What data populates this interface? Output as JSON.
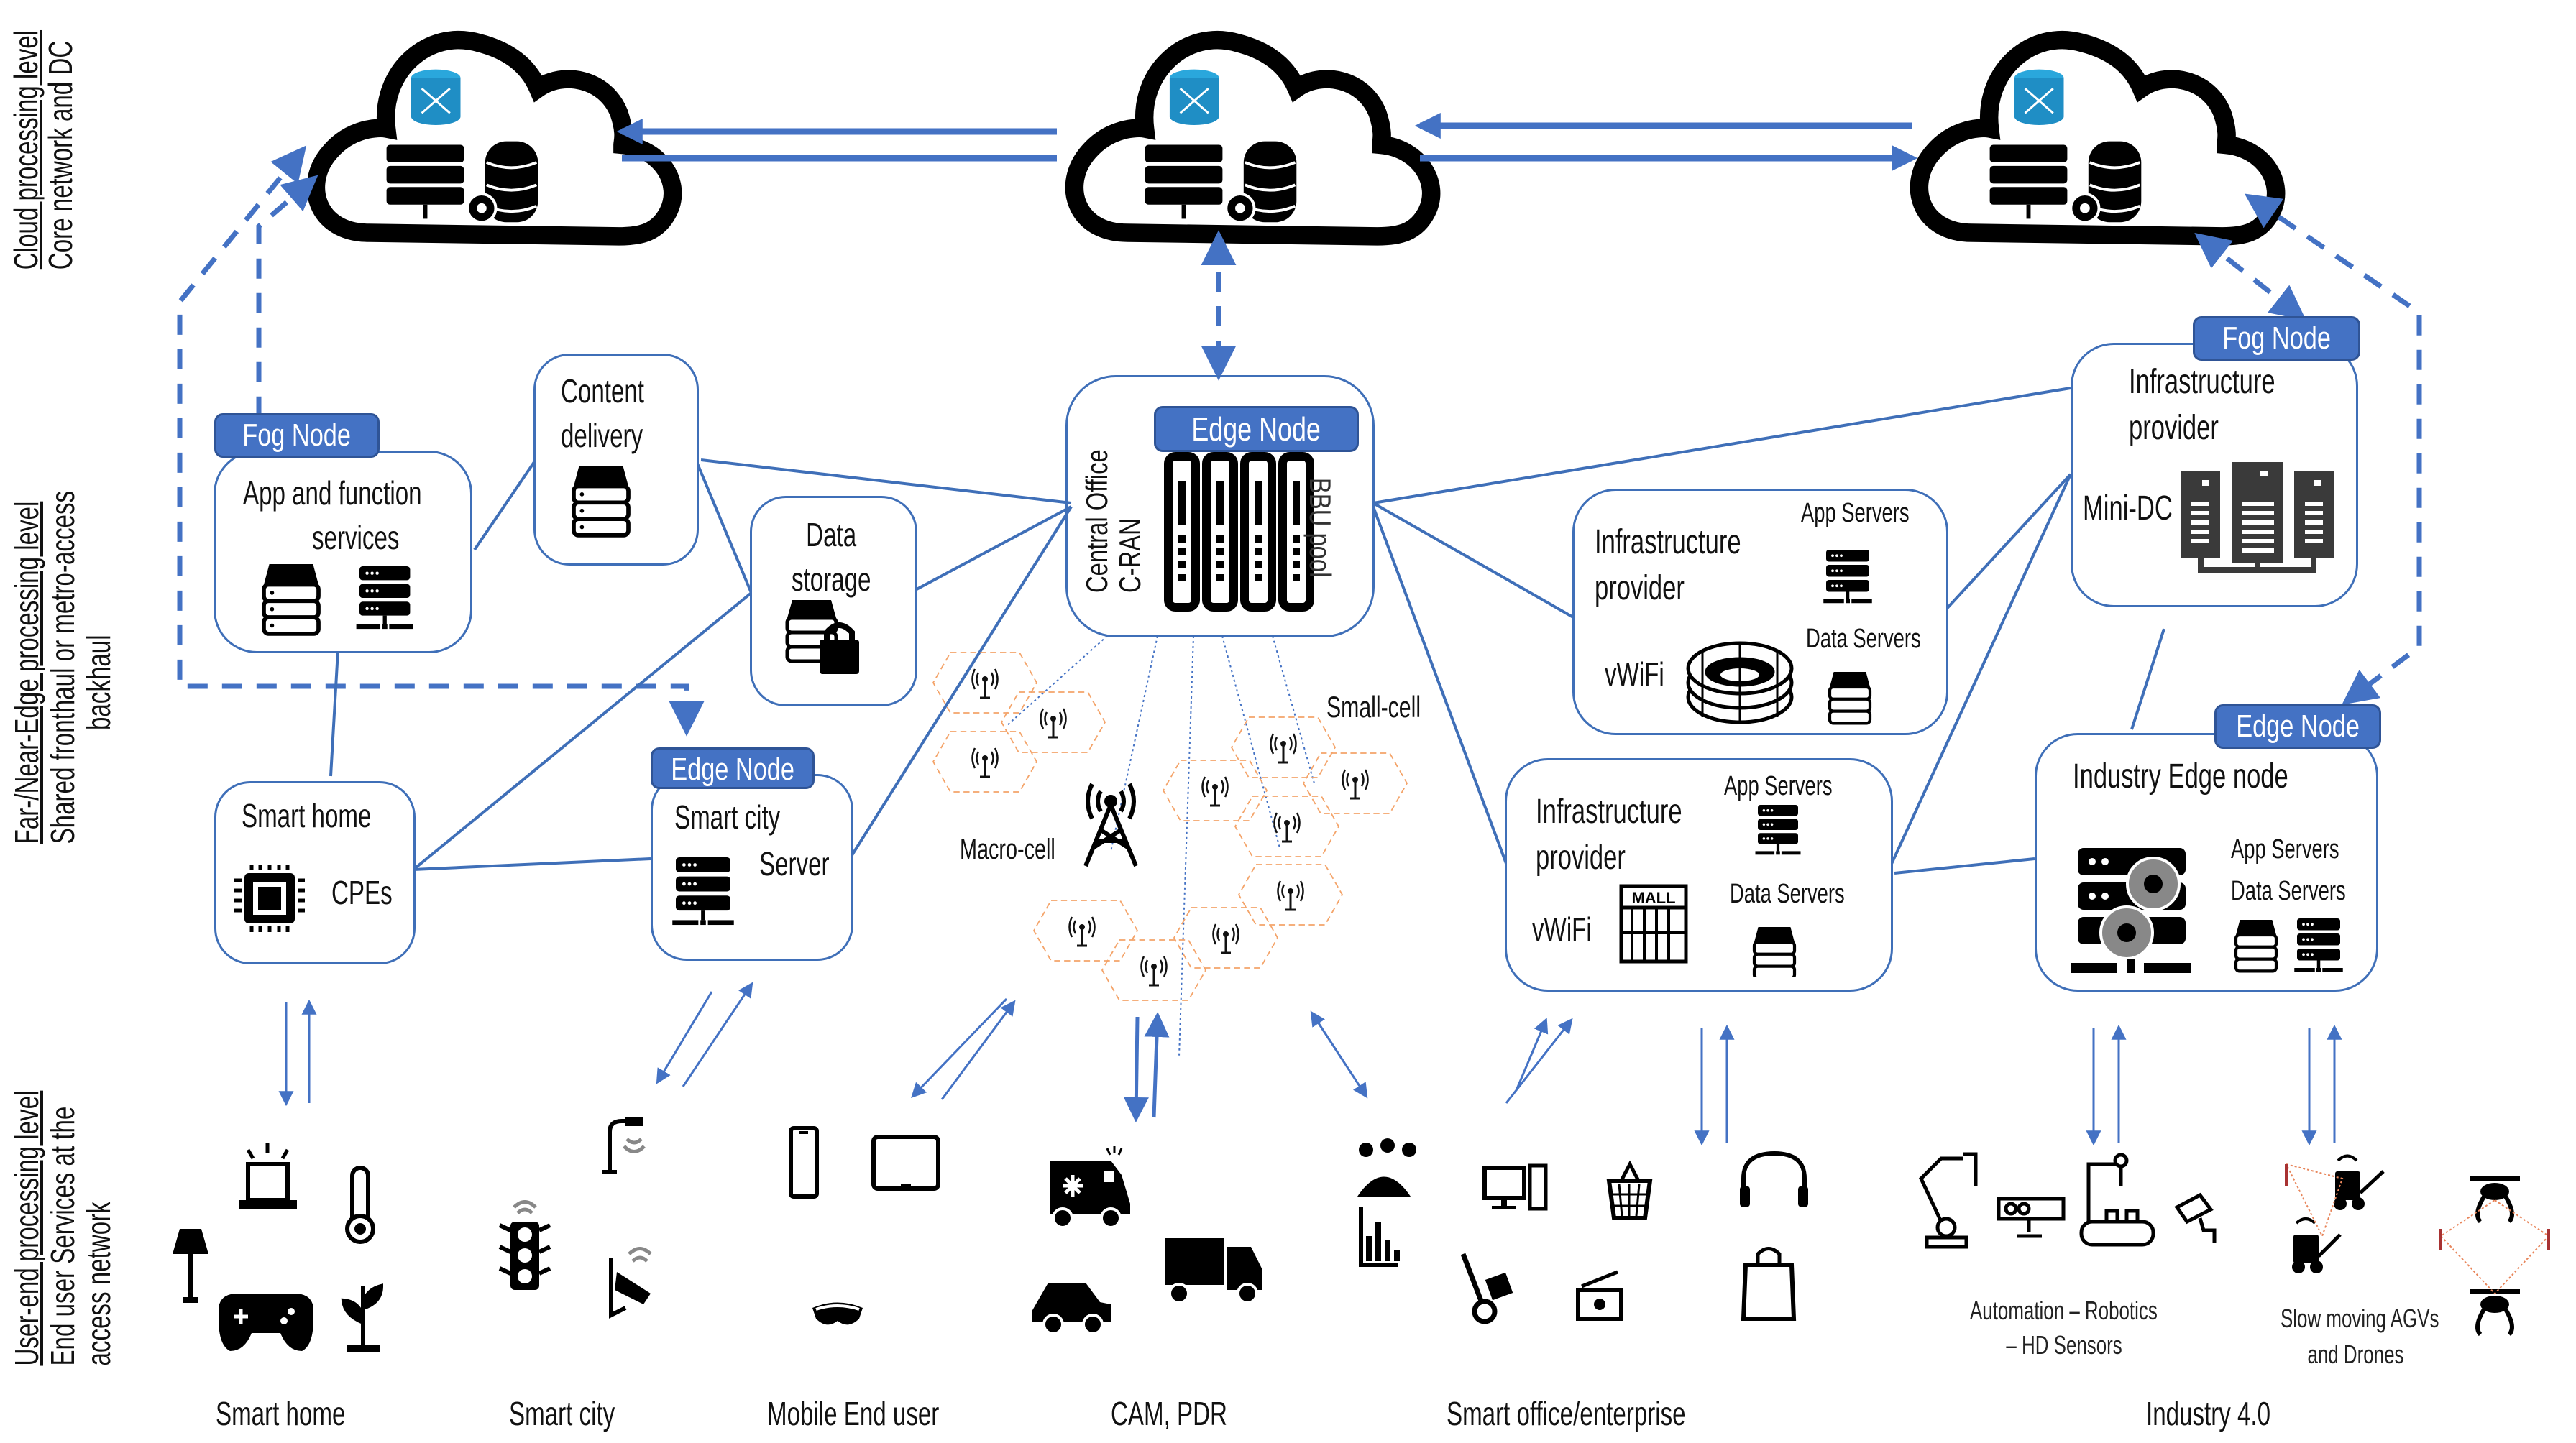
{
  "levels": {
    "cloud": {
      "title": "Cloud processing level",
      "subtitle": "Core network and DC"
    },
    "edge": {
      "title": "Far-/Near-Edge processing level",
      "subtitle": "Shared fronthaul or metro-access",
      "subtitle2": "backhaul"
    },
    "user": {
      "title": "User-end processing level",
      "subtitle": "End user Services at the",
      "subtitle2": "access network"
    }
  },
  "clouds": [
    {
      "name": "cloud-left",
      "icons": [
        "router-icon",
        "server-rack-icon",
        "database-gear-icon"
      ]
    },
    {
      "name": "cloud-center",
      "icons": [
        "router-icon",
        "server-rack-icon",
        "database-gear-icon"
      ]
    },
    {
      "name": "cloud-right",
      "icons": [
        "router-icon",
        "server-rack-icon",
        "database-gear-icon"
      ]
    }
  ],
  "nodes": {
    "fog_left": {
      "tag": "Fog Node",
      "title_l1": "App and function",
      "title_l2": "services"
    },
    "content": {
      "title_l1": "Content",
      "title_l2": "delivery"
    },
    "storage": {
      "title_l1": "Data",
      "title_l2": "storage"
    },
    "central": {
      "tag": "Edge Node",
      "vlabel1": "Central Office",
      "vlabel2": "C-RAN",
      "vlabel3": "BBU pool"
    },
    "smart_home": {
      "title": "Smart home",
      "sub": "CPEs"
    },
    "smart_city": {
      "tag": "Edge Node",
      "title": "Smart city",
      "sub": "Server"
    },
    "infra_stadium": {
      "title_l1": "Infrastructure",
      "title_l2": "provider",
      "app": "App Servers",
      "data": "Data Servers",
      "wifi": "vWiFi"
    },
    "infra_mall": {
      "title_l1": "Infrastructure",
      "title_l2": "provider",
      "app": "App Servers",
      "data": "Data Servers",
      "wifi": "vWiFi",
      "mall": "MALL"
    },
    "fog_right": {
      "tag": "Fog Node",
      "title_l1": "Infrastructure",
      "title_l2": "provider",
      "sub": "Mini-DC"
    },
    "industry": {
      "tag": "Edge Node",
      "title": "Industry Edge node",
      "app": "App Servers",
      "data": "Data Servers"
    }
  },
  "radio": {
    "macro": "Macro-cell",
    "small": "Small-cell"
  },
  "groups": [
    {
      "label": "Smart home"
    },
    {
      "label": "Smart city"
    },
    {
      "label": "Mobile End user"
    },
    {
      "label": "CAM, PDR"
    },
    {
      "label": "Smart office/enterprise"
    },
    {
      "label": "Industry 4.0"
    }
  ],
  "industry_sub": {
    "auto_l1": "Automation – Robotics",
    "auto_l2": "– HD Sensors",
    "agv_l1": "Slow moving AGVs",
    "agv_l2": "and Drones"
  },
  "colors": {
    "accent": "#4472c4",
    "line": "#3f6fb8",
    "cell": "#f4a46a",
    "icon": "#000000"
  }
}
